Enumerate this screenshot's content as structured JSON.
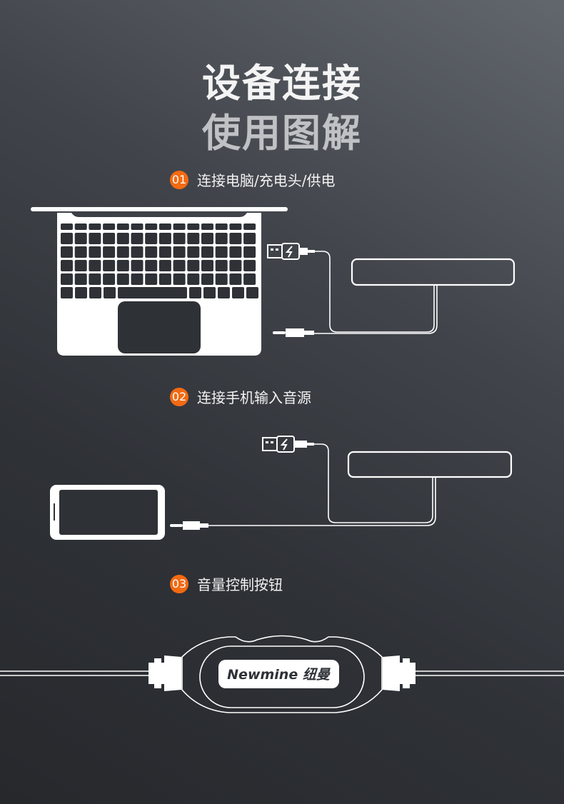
{
  "title": {
    "line1": "设备连接",
    "line2": "使用图解"
  },
  "steps": [
    {
      "num": "01",
      "label": "连接电脑/充电头/供电"
    },
    {
      "num": "02",
      "label": "连接手机输入音源"
    },
    {
      "num": "03",
      "label": "音量控制按钮"
    }
  ],
  "brand": {
    "logo_text": "Newmine 纽曼"
  },
  "colors": {
    "accent": "#f26a12",
    "line": "#ffffff"
  }
}
